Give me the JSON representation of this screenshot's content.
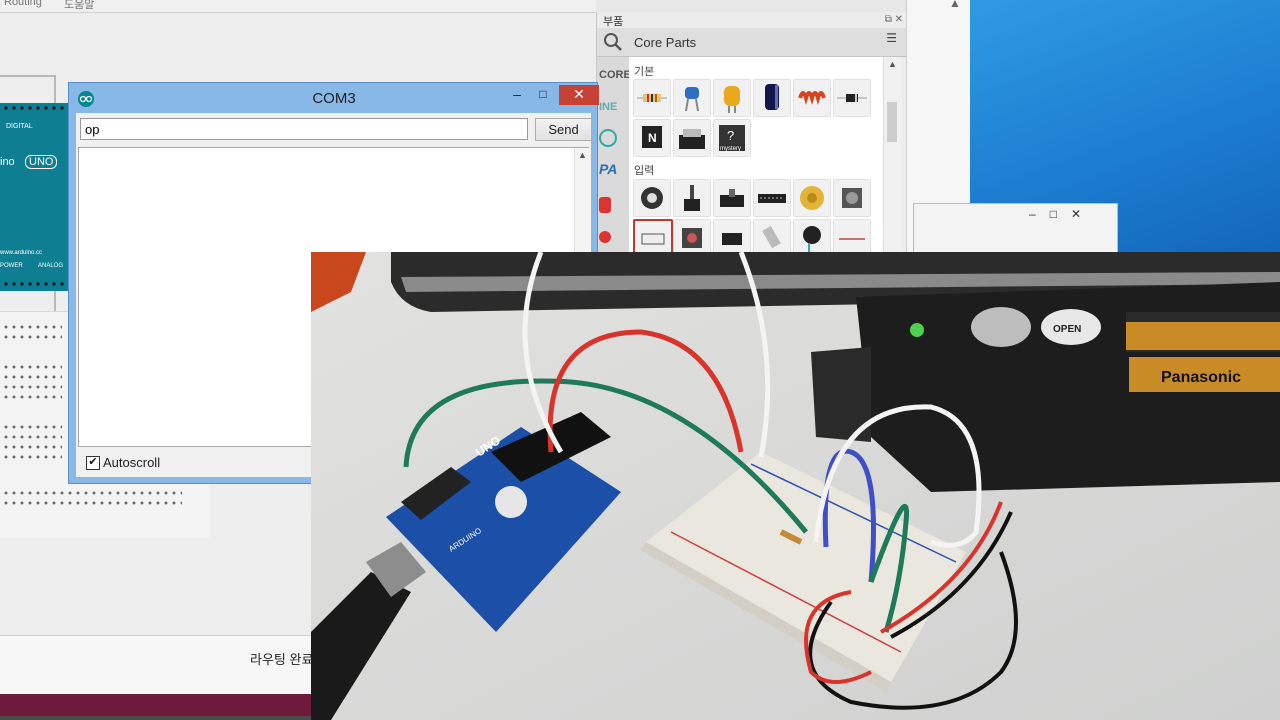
{
  "fritzing": {
    "menu": [
      "Routing",
      "도움말"
    ],
    "board_labels": {
      "uno": "UNO",
      "digital": "DIGITAL",
      "arduino_cc": "www.arduino.cc",
      "ino": "ino",
      "power": "POWER",
      "analog": "ANALOG"
    },
    "status_text": "라우팅 완료"
  },
  "parts_panel": {
    "title": "부품",
    "header": "Core Parts",
    "bins": [
      "CORE",
      "INE",
      "PA"
    ],
    "categories": [
      "기본",
      "입력"
    ],
    "basic_parts": [
      "resistor-icon",
      "transistor-icon",
      "capacitor-ceramic-icon",
      "electrolytic-capacitor-icon",
      "inductor-icon",
      "diode-icon",
      "n-mosfet-icon",
      "battery-icon",
      "mystery-part-icon"
    ],
    "mystery_label": "mystery",
    "n_label": "N",
    "input_parts": [
      "potentiometer-icon",
      "rotary-knob-icon",
      "slide-switch-icon",
      "dip-switch-icon",
      "buzzer-icon",
      "rotary-encoder-icon",
      "pushbutton-icon",
      "tactile-button-icon",
      "switch-icon",
      "tilt-sensor-icon",
      "microphone-icon",
      "wire-icon"
    ]
  },
  "serial_monitor": {
    "title": "COM3",
    "input_value": "op",
    "send_label": "Send",
    "autoscroll_label": "Autoscroll",
    "autoscroll_checked": true,
    "output": ""
  },
  "photo": {
    "caption_words": [
      "Panasonic",
      "OPEN",
      "UNO",
      "ARDUINO"
    ]
  },
  "colors": {
    "board_teal": "#0e7f93",
    "close_red": "#c74236",
    "window_blue": "#87b8e6",
    "desktop_blue": "#1d7ed1",
    "taskbar_maroon": "#6e1b3b"
  }
}
